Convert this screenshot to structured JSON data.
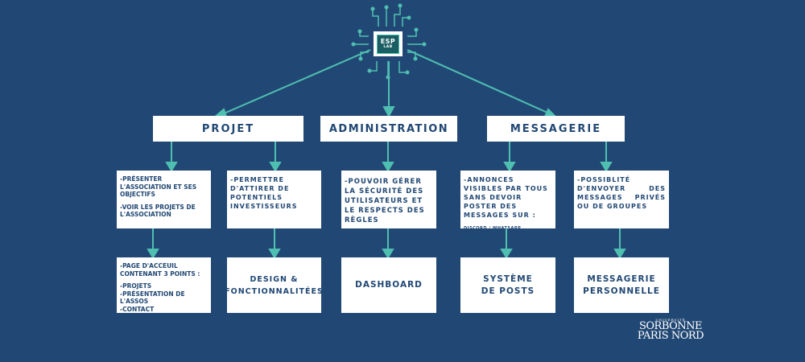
{
  "colors": {
    "background": "#214874",
    "box": "#ffffff",
    "text": "#214874",
    "connector": "#4fbfb1"
  },
  "logo": {
    "top": "ESP",
    "bottom": "LAB"
  },
  "categories": [
    {
      "title": "PROJET"
    },
    {
      "title": "ADMINISTRATION"
    },
    {
      "title": "MESSAGERIE"
    }
  ],
  "details": [
    {
      "lines": [
        "-Présenter l'association et ses objectifs",
        "-Voir les projets de l'association"
      ]
    },
    {
      "lines": [
        "-Permettre d'attirer de potentiels investisseurs"
      ]
    },
    {
      "lines": [
        "-Pouvoir gérer la sécurité des utilisateurs et le respects des règles"
      ]
    },
    {
      "lines": [
        "-Annonces visibles par tous sans devoir poster des messages sur :"
      ],
      "note": "Discord / WhatsApp /mail/snap"
    },
    {
      "lines": [
        "-Possiblité d'envoyer des messages privés ou de groupes"
      ]
    }
  ],
  "outcomes": [
    {
      "lines": [
        "-Page d'acceuil contenant 3 points :",
        "-Projets",
        "-Présentation de l'assos",
        "-Contact"
      ]
    },
    {
      "lines": [
        "Design &",
        "fonctionnalitées"
      ]
    },
    {
      "lines": [
        "Dashboard"
      ]
    },
    {
      "lines": [
        "Système",
        "de posts"
      ]
    },
    {
      "lines": [
        "Messagerie",
        "personnelle"
      ]
    }
  ],
  "footer_logo": {
    "top": "UNIVERSITÉ",
    "line1": "SORBONNE",
    "line2": "PARIS NORD"
  }
}
